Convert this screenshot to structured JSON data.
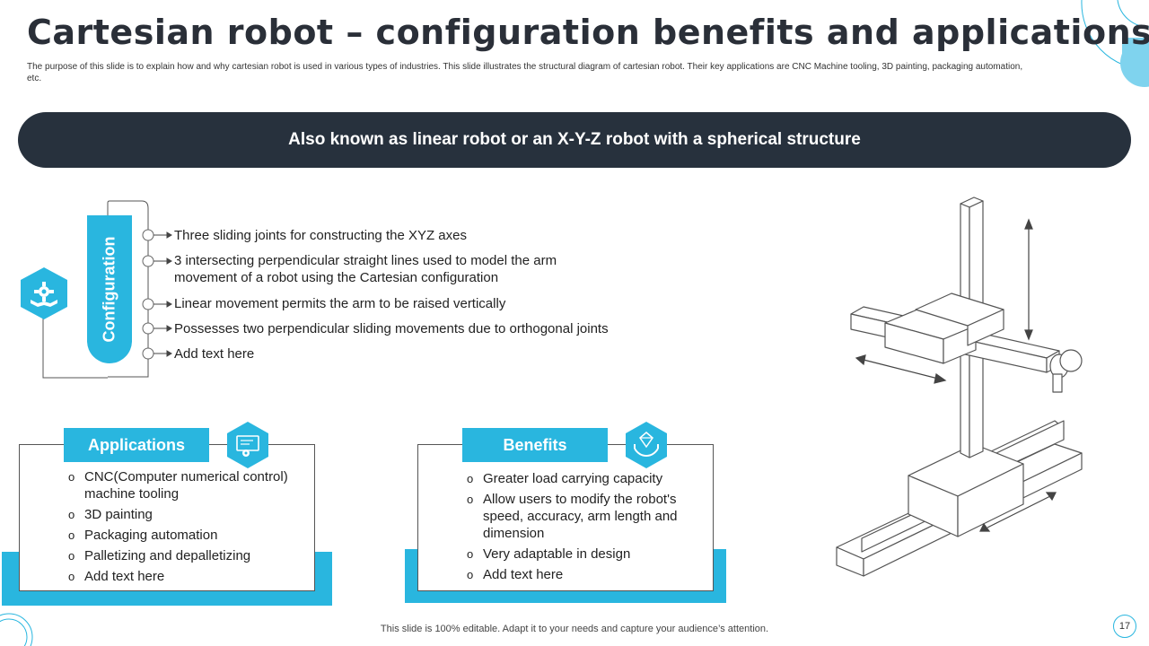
{
  "slide": {
    "title": "Cartesian robot – configuration benefits and applications",
    "subtitle": "The purpose of this slide is to explain how and why cartesian robot is used in various types of industries. This slide illustrates the structural diagram of cartesian robot. Their key applications are CNC Machine tooling, 3D painting, packaging automation, etc.",
    "banner": "Also known as linear robot or an X-Y-Z robot with a spherical structure",
    "footer": "This slide is 100% editable. Adapt it to your needs and capture your audience’s attention.",
    "page_number": "17"
  },
  "configuration": {
    "label": "Configuration",
    "icon": "gear-hands-icon",
    "items": [
      "Three sliding joints for constructing the XYZ axes",
      "3 intersecting perpendicular straight lines used to model the arm movement of a robot using the Cartesian configuration",
      "Linear movement permits the arm to be raised vertically",
      "Possesses two perpendicular sliding movements due to orthogonal joints",
      "Add text here"
    ]
  },
  "applications": {
    "label": "Applications",
    "icon": "monitor-gear-icon",
    "items": [
      "CNC(Computer numerical control) machine tooling",
      "3D painting",
      "Packaging automation",
      "Palletizing and depalletizing",
      "Add text here"
    ]
  },
  "benefits": {
    "label": "Benefits",
    "icon": "hands-diamond-icon",
    "items": [
      "Greater load carrying capacity",
      "Allow users to modify the robot's speed, accuracy, arm length and dimension",
      "Very adaptable in design",
      "Add text here"
    ]
  },
  "colors": {
    "accent": "#29b6df",
    "dark": "#27313d"
  }
}
